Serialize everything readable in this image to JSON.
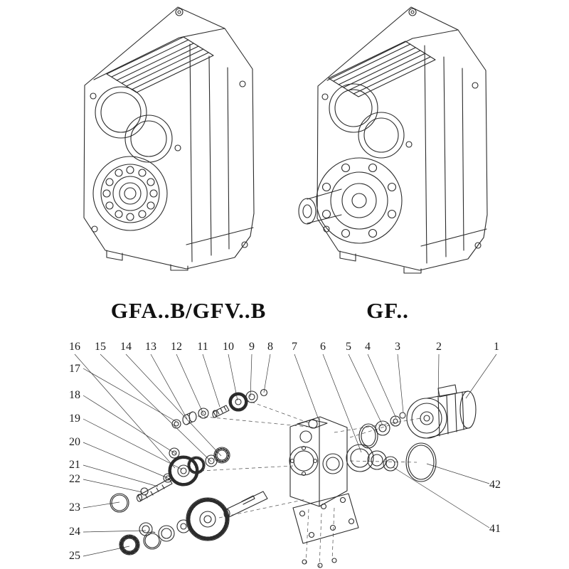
{
  "page": {
    "background": "#ffffff",
    "ink": "#2b2b2b"
  },
  "figures": {
    "left": {
      "caption": "GFA..B/GFV..B",
      "description": "isometric line drawing of helical gearbox, flange-mounted type"
    },
    "right": {
      "caption": "GF..",
      "description": "isometric line drawing of helical gearbox with output shaft and bolt flange"
    }
  },
  "exploded": {
    "description": "exploded parts diagram of gear reducer with numbered callouts",
    "top_row": [
      "16",
      "15",
      "14",
      "13",
      "12",
      "11",
      "10",
      "9",
      "8",
      "7",
      "6",
      "5",
      "4",
      "3",
      "2",
      "1"
    ],
    "left_col": [
      "17",
      "18",
      "19",
      "20",
      "21",
      "22",
      "23",
      "24",
      "25"
    ],
    "right_col": [
      "42",
      "41"
    ]
  }
}
